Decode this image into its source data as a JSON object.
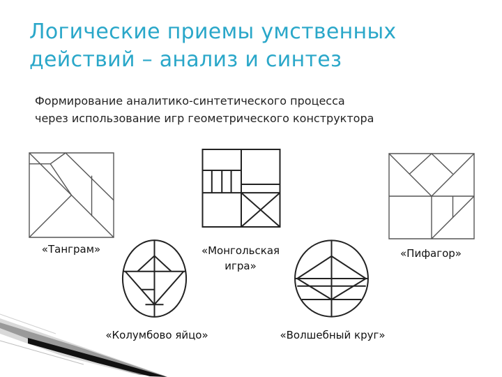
{
  "slide": {
    "title_line1": "Логические приемы умственных",
    "title_line2": "действий – анализ и синтез",
    "subtitle_line1": "Формирование аналитико-синтетического процесса",
    "subtitle_line2": "через использование игр геометрического конструктора",
    "title_color": "#2aa7c9"
  },
  "puzzles": {
    "tangram": {
      "label": "«Танграм»",
      "icon": "tangram-icon"
    },
    "mongolian": {
      "label_line1": "«Монгольская",
      "label_line2": "игра»",
      "icon": "mongolian-game-icon"
    },
    "pythagoras": {
      "label": "«Пифагор»",
      "icon": "pythagoras-icon"
    },
    "columbus_egg": {
      "label": "«Колумбово яйцо»",
      "icon": "columbus-egg-icon"
    },
    "magic_circle": {
      "label": "«Волшебный круг»",
      "icon": "magic-circle-icon"
    }
  }
}
